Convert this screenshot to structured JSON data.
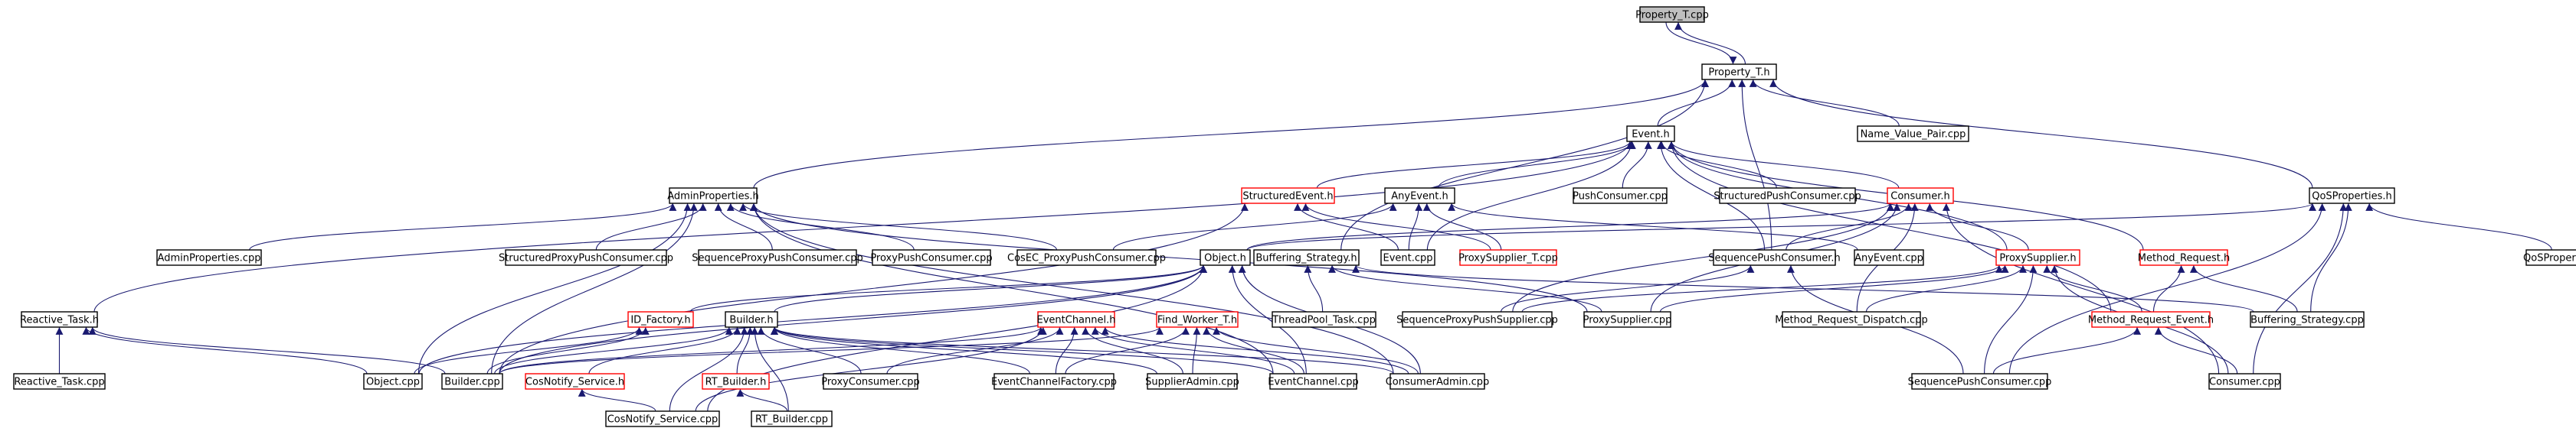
{
  "diagram": {
    "title": "",
    "edge_color": "#191970",
    "node_border_colors": {
      "black": "#000000",
      "red": "#ff0000",
      "root_fill": "#bfbfbf"
    },
    "nodes": [
      {
        "id": "property_t_cpp",
        "label": "Property_T.cpp",
        "border": "root"
      },
      {
        "id": "property_t_h",
        "label": "Property_T.h",
        "border": "black"
      },
      {
        "id": "event_h",
        "label": "Event.h",
        "border": "black"
      },
      {
        "id": "name_value_pair_cpp",
        "label": "Name_Value_Pair.cpp",
        "border": "black"
      },
      {
        "id": "adminproperties_h",
        "label": "AdminProperties.h",
        "border": "black"
      },
      {
        "id": "structuredevent_h",
        "label": "StructuredEvent.h",
        "border": "red"
      },
      {
        "id": "anyevent_h",
        "label": "AnyEvent.h",
        "border": "black"
      },
      {
        "id": "pushconsumer_cpp",
        "label": "PushConsumer.cpp",
        "border": "black"
      },
      {
        "id": "structuredpushconsumer_cpp",
        "label": "StructuredPushConsumer.cpp",
        "border": "black"
      },
      {
        "id": "consumer_h",
        "label": "Consumer.h",
        "border": "red"
      },
      {
        "id": "qosproperties_h",
        "label": "QoSProperties.h",
        "border": "black"
      },
      {
        "id": "adminproperties_cpp",
        "label": "AdminProperties.cpp",
        "border": "black"
      },
      {
        "id": "structuredproxypushconsumer_cpp",
        "label": "StructuredProxyPushConsumer.cpp",
        "border": "black"
      },
      {
        "id": "sequenceproxypushconsumer_cpp",
        "label": "SequenceProxyPushConsumer.cpp",
        "border": "black"
      },
      {
        "id": "proxypushconsumer_cpp",
        "label": "ProxyPushConsumer.cpp",
        "border": "black"
      },
      {
        "id": "cosec_proxypushconsumer_cpp",
        "label": "CosEC_ProxyPushConsumer.cpp",
        "border": "black"
      },
      {
        "id": "event_cpp",
        "label": "Event.cpp",
        "border": "black"
      },
      {
        "id": "proxysupplier_t_cpp",
        "label": "ProxySupplier_T.cpp",
        "border": "red"
      },
      {
        "id": "sequencepushconsumer_h",
        "label": "SequencePushConsumer.h",
        "border": "black"
      },
      {
        "id": "anyevent_cpp",
        "label": "AnyEvent.cpp",
        "border": "black"
      },
      {
        "id": "method_request_h",
        "label": "Method_Request.h",
        "border": "red"
      },
      {
        "id": "qosproperties_cpp",
        "label": "QoSProperties.cpp",
        "border": "black"
      },
      {
        "id": "reactive_task_h",
        "label": "Reactive_Task.h",
        "border": "black"
      },
      {
        "id": "object_h",
        "label": "Object.h",
        "border": "black"
      },
      {
        "id": "buffering_strategy_h",
        "label": "Buffering_Strategy.h",
        "border": "black"
      },
      {
        "id": "proxysupplier_h",
        "label": "ProxySupplier.h",
        "border": "red"
      },
      {
        "id": "id_factory_h",
        "label": "ID_Factory.h",
        "border": "red"
      },
      {
        "id": "builder_h",
        "label": "Builder.h",
        "border": "black"
      },
      {
        "id": "eventchannel_h",
        "label": "EventChannel.h",
        "border": "red"
      },
      {
        "id": "find_worker_t_h",
        "label": "Find_Worker_T.h",
        "border": "red"
      },
      {
        "id": "threadpool_task_cpp",
        "label": "ThreadPool_Task.cpp",
        "border": "black"
      },
      {
        "id": "sequenceproxypushsupplier_cpp",
        "label": "SequenceProxyPushSupplier.cpp",
        "border": "black"
      },
      {
        "id": "proxysupplier_cpp",
        "label": "ProxySupplier.cpp",
        "border": "black"
      },
      {
        "id": "method_request_dispatch_cpp",
        "label": "Method_Request_Dispatch.cpp",
        "border": "black"
      },
      {
        "id": "method_request_event_h",
        "label": "Method_Request_Event.h",
        "border": "red"
      },
      {
        "id": "buffering_strategy_cpp",
        "label": "Buffering_Strategy.cpp",
        "border": "black"
      },
      {
        "id": "reactive_task_cpp",
        "label": "Reactive_Task.cpp",
        "border": "black"
      },
      {
        "id": "object_cpp",
        "label": "Object.cpp",
        "border": "black"
      },
      {
        "id": "builder_cpp",
        "label": "Builder.cpp",
        "border": "black"
      },
      {
        "id": "cosnotify_service_h",
        "label": "CosNotify_Service.h",
        "border": "red"
      },
      {
        "id": "rt_builder_h",
        "label": "RT_Builder.h",
        "border": "red"
      },
      {
        "id": "proxyconsumer_cpp",
        "label": "ProxyConsumer.cpp",
        "border": "black"
      },
      {
        "id": "eventchannelfactory_cpp",
        "label": "EventChannelFactory.cpp",
        "border": "black"
      },
      {
        "id": "supplieradmin_cpp",
        "label": "SupplierAdmin.cpp",
        "border": "black"
      },
      {
        "id": "eventchannel_cpp",
        "label": "EventChannel.cpp",
        "border": "black"
      },
      {
        "id": "consumeradmin_cpp",
        "label": "ConsumerAdmin.cpp",
        "border": "black"
      },
      {
        "id": "sequencepushconsumer_cpp",
        "label": "SequencePushConsumer.cpp",
        "border": "black"
      },
      {
        "id": "consumer_cpp",
        "label": "Consumer.cpp",
        "border": "black"
      },
      {
        "id": "cosnotify_service_cpp",
        "label": "CosNotify_Service.cpp",
        "border": "black"
      },
      {
        "id": "rt_builder_cpp",
        "label": "RT_Builder.cpp",
        "border": "black"
      }
    ],
    "edges": [
      [
        "property_t_cpp",
        "property_t_h"
      ],
      [
        "property_t_h",
        "property_t_cpp"
      ],
      [
        "property_t_h",
        "event_h"
      ],
      [
        "property_t_h",
        "name_value_pair_cpp"
      ],
      [
        "property_t_h",
        "adminproperties_h"
      ],
      [
        "property_t_h",
        "qosproperties_h"
      ],
      [
        "property_t_h",
        "buffering_strategy_h"
      ],
      [
        "property_t_h",
        "sequencepushconsumer_h"
      ],
      [
        "event_h",
        "structuredevent_h"
      ],
      [
        "event_h",
        "anyevent_h"
      ],
      [
        "event_h",
        "pushconsumer_cpp"
      ],
      [
        "event_h",
        "structuredpushconsumer_cpp"
      ],
      [
        "event_h",
        "consumer_h"
      ],
      [
        "event_h",
        "event_cpp"
      ],
      [
        "event_h",
        "method_request_h"
      ],
      [
        "event_h",
        "proxysupplier_h"
      ],
      [
        "event_h",
        "reactive_task_h"
      ],
      [
        "event_h",
        "method_request_event_h"
      ],
      [
        "event_h",
        "sequencepushconsumer_h"
      ],
      [
        "adminproperties_h",
        "adminproperties_cpp"
      ],
      [
        "adminproperties_h",
        "structuredproxypushconsumer_cpp"
      ],
      [
        "adminproperties_h",
        "sequenceproxypushconsumer_cpp"
      ],
      [
        "adminproperties_h",
        "proxypushconsumer_cpp"
      ],
      [
        "adminproperties_h",
        "cosec_proxypushconsumer_cpp"
      ],
      [
        "adminproperties_h",
        "builder_cpp"
      ],
      [
        "adminproperties_h",
        "object_cpp"
      ],
      [
        "adminproperties_h",
        "proxysupplier_cpp"
      ],
      [
        "adminproperties_h",
        "eventchannel_cpp"
      ],
      [
        "adminproperties_h",
        "consumeradmin_cpp"
      ],
      [
        "structuredevent_h",
        "event_cpp"
      ],
      [
        "structuredevent_h",
        "proxysupplier_t_cpp"
      ],
      [
        "structuredevent_h",
        "builder_cpp"
      ],
      [
        "anyevent_h",
        "event_cpp"
      ],
      [
        "anyevent_h",
        "anyevent_cpp"
      ],
      [
        "anyevent_h",
        "proxysupplier_t_cpp"
      ],
      [
        "anyevent_h",
        "cosec_proxypushconsumer_cpp"
      ],
      [
        "consumer_h",
        "sequencepushconsumer_h"
      ],
      [
        "consumer_h",
        "proxysupplier_h"
      ],
      [
        "consumer_h",
        "proxysupplier_cpp"
      ],
      [
        "consumer_h",
        "method_request_dispatch_cpp"
      ],
      [
        "consumer_h",
        "consumer_cpp"
      ],
      [
        "consumer_h",
        "object_h"
      ],
      [
        "consumer_h",
        "sequenceproxypushsupplier_cpp"
      ],
      [
        "qosproperties_h",
        "qosproperties_cpp"
      ],
      [
        "qosproperties_h",
        "buffering_strategy_cpp"
      ],
      [
        "qosproperties_h",
        "consumer_cpp"
      ],
      [
        "qosproperties_h",
        "sequencepushconsumer_cpp"
      ],
      [
        "qosproperties_h",
        "object_h"
      ],
      [
        "reactive_task_h",
        "reactive_task_cpp"
      ],
      [
        "reactive_task_h",
        "object_cpp"
      ],
      [
        "reactive_task_h",
        "builder_cpp"
      ],
      [
        "object_h",
        "object_cpp"
      ],
      [
        "object_h",
        "builder_cpp"
      ],
      [
        "object_h",
        "eventchannel_cpp"
      ],
      [
        "object_h",
        "consumeradmin_cpp"
      ],
      [
        "object_h",
        "cosnotify_service_cpp"
      ],
      [
        "object_h",
        "id_factory_h"
      ],
      [
        "object_h",
        "builder_h"
      ],
      [
        "buffering_strategy_h",
        "threadpool_task_cpp"
      ],
      [
        "buffering_strategy_h",
        "buffering_strategy_cpp"
      ],
      [
        "buffering_strategy_h",
        "proxysupplier_cpp"
      ],
      [
        "proxysupplier_h",
        "sequenceproxypushsupplier_cpp"
      ],
      [
        "proxysupplier_h",
        "proxysupplier_cpp"
      ],
      [
        "proxysupplier_h",
        "method_request_dispatch_cpp"
      ],
      [
        "proxysupplier_h",
        "method_request_event_h"
      ],
      [
        "proxysupplier_h",
        "sequencepushconsumer_cpp"
      ],
      [
        "proxysupplier_h",
        "consumer_cpp"
      ],
      [
        "method_request_h",
        "method_request_event_h"
      ],
      [
        "method_request_h",
        "buffering_strategy_cpp"
      ],
      [
        "method_request_event_h",
        "sequencepushconsumer_cpp"
      ],
      [
        "method_request_event_h",
        "consumer_cpp"
      ],
      [
        "sequencepushconsumer_h",
        "sequencepushconsumer_cpp"
      ],
      [
        "sequencepushconsumer_h",
        "sequenceproxypushsupplier_cpp"
      ],
      [
        "id_factory_h",
        "builder_cpp"
      ],
      [
        "id_factory_h",
        "object_cpp"
      ],
      [
        "builder_h",
        "builder_cpp"
      ],
      [
        "builder_h",
        "cosnotify_service_h"
      ],
      [
        "builder_h",
        "rt_builder_h"
      ],
      [
        "builder_h",
        "proxyconsumer_cpp"
      ],
      [
        "builder_h",
        "eventchannelfactory_cpp"
      ],
      [
        "builder_h",
        "supplieradmin_cpp"
      ],
      [
        "builder_h",
        "eventchannel_cpp"
      ],
      [
        "builder_h",
        "consumeradmin_cpp"
      ],
      [
        "builder_h",
        "cosnotify_service_cpp"
      ],
      [
        "builder_h",
        "rt_builder_cpp"
      ],
      [
        "eventchannel_h",
        "builder_cpp"
      ],
      [
        "eventchannel_h",
        "proxyconsumer_cpp"
      ],
      [
        "eventchannel_h",
        "eventchannelfactory_cpp"
      ],
      [
        "eventchannel_h",
        "supplieradmin_cpp"
      ],
      [
        "eventchannel_h",
        "eventchannel_cpp"
      ],
      [
        "eventchannel_h",
        "consumeradmin_cpp"
      ],
      [
        "eventchannel_h",
        "cosnotify_service_cpp"
      ],
      [
        "find_worker_t_h",
        "builder_cpp"
      ],
      [
        "find_worker_t_h",
        "eventchannelfactory_cpp"
      ],
      [
        "find_worker_t_h",
        "supplieradmin_cpp"
      ],
      [
        "find_worker_t_h",
        "eventchannel_cpp"
      ],
      [
        "find_worker_t_h",
        "consumeradmin_cpp"
      ],
      [
        "cosnotify_service_h",
        "cosnotify_service_cpp"
      ],
      [
        "rt_builder_h",
        "rt_builder_cpp"
      ]
    ]
  }
}
